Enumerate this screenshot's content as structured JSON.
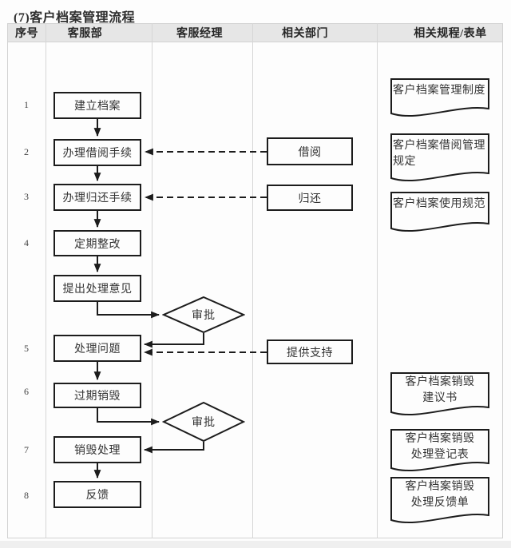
{
  "title": "(7)客户档案管理流程",
  "table": {
    "headers": [
      "序号",
      "客服部",
      "客服经理",
      "相关部门",
      "相关规程/表单"
    ]
  },
  "row_numbers": [
    "1",
    "2",
    "3",
    "4",
    "5",
    "6",
    "7",
    "8"
  ],
  "process": {
    "establish_archive": "建立档案",
    "borrow_procedure": "办理借阅手续",
    "return_procedure": "办理归还手续",
    "periodic_rectification": "定期整改",
    "propose_opinion": "提出处理意见",
    "handle_issue": "处理问题",
    "expired_destruction": "过期销毁",
    "destruction_handling": "销毁处理",
    "feedback": "反馈"
  },
  "decisions": {
    "approval1": "审批",
    "approval2": "审批"
  },
  "departments": {
    "borrow": "借阅",
    "return": "归还",
    "support": "提供支持"
  },
  "documents": {
    "management_system": "客户档案管理制度",
    "borrow_regulation": "客户档案借阅管理\n规定",
    "usage_standard": "客户档案使用规范",
    "destruction_proposal": "客户档案销毁\n建议书",
    "destruction_register": "客户档案销毁\n处理登记表",
    "destruction_feedback": "客户档案销毁\n处理反馈单"
  },
  "colors": {
    "shape_border": "#1c1c1c",
    "grid_line": "#d2d2d2",
    "header_bg": "#e6e6e6",
    "text": "#333333"
  }
}
